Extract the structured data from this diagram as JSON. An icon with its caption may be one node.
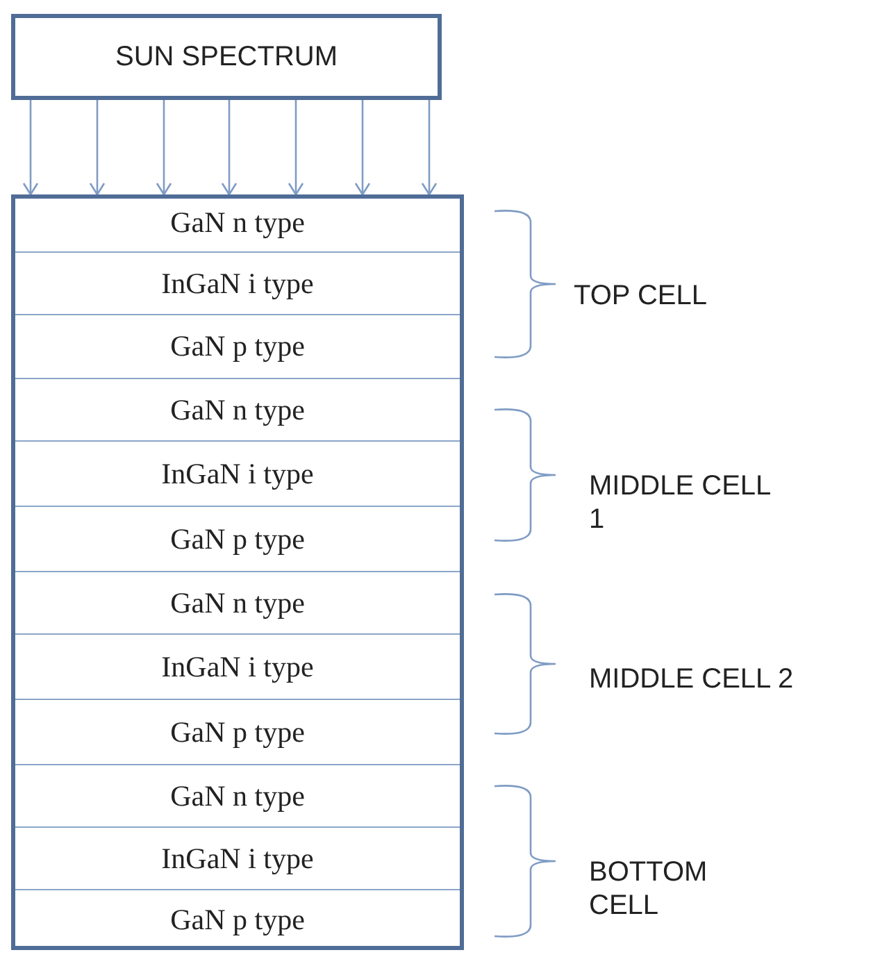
{
  "diagram": {
    "nodes": [
      {
        "text": [
          "SUN SPECTRUM"
        ]
      },
      {
        "text": [],
        "shape": "box"
      },
      {
        "text": [
          "GaN n type"
        ],
        "in": 1
      },
      {
        "text": [
          "InGaN i type"
        ],
        "in": 1
      },
      {
        "text": [
          "GaN p type"
        ],
        "in": 1
      },
      {
        "text": [
          "GaN n type"
        ],
        "in": 1
      },
      {
        "text": [
          "InGaN i type"
        ],
        "in": 1
      },
      {
        "text": [
          "GaN p type"
        ],
        "in": 1
      },
      {
        "text": [
          "GaN n type"
        ],
        "in": 1
      },
      {
        "text": [
          "InGaN i type"
        ],
        "in": 1
      },
      {
        "text": [
          "GaN p type"
        ],
        "in": 1
      },
      {
        "text": [
          "GaN n type"
        ],
        "in": 1
      },
      {
        "text": [
          "InGaN i type"
        ],
        "in": 1
      },
      {
        "text": [
          "GaN p type"
        ],
        "in": 1
      }
    ],
    "edges": [
      {
        "from": 0,
        "to": 1,
        "arrow": "to"
      },
      {
        "from": 0,
        "to": 1,
        "arrow": "to"
      },
      {
        "from": 0,
        "to": 1,
        "arrow": "to"
      },
      {
        "from": 0,
        "to": 1,
        "arrow": "to"
      },
      {
        "from": 0,
        "to": 1,
        "arrow": "to"
      },
      {
        "from": 0,
        "to": 1,
        "arrow": "to"
      },
      {
        "from": 0,
        "to": 1,
        "arrow": "to"
      }
    ],
    "labels": [
      "TOP CELL",
      "MIDDLE CELL 1",
      "MIDDLE CELL 2",
      "BOTTOM CELL"
    ]
  }
}
